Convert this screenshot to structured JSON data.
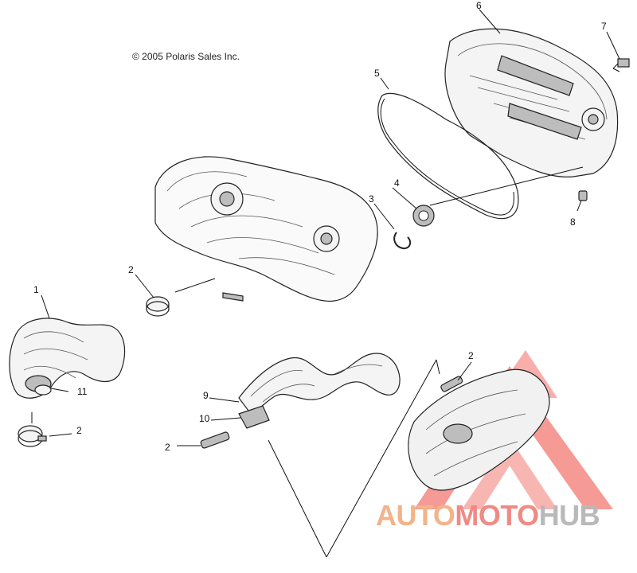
{
  "copyright": "© 2005 Polaris Sales Inc.",
  "callouts": [
    {
      "id": "c1",
      "text": "1"
    },
    {
      "id": "c2a",
      "text": "2"
    },
    {
      "id": "c2b",
      "text": "2"
    },
    {
      "id": "c2c",
      "text": "2"
    },
    {
      "id": "c2d",
      "text": "2"
    },
    {
      "id": "c3",
      "text": "3"
    },
    {
      "id": "c4",
      "text": "4"
    },
    {
      "id": "c5",
      "text": "5"
    },
    {
      "id": "c6",
      "text": "6"
    },
    {
      "id": "c7",
      "text": "7"
    },
    {
      "id": "c8",
      "text": "8"
    },
    {
      "id": "c9",
      "text": "9"
    },
    {
      "id": "c10",
      "text": "10"
    },
    {
      "id": "c11",
      "text": "11"
    }
  ],
  "watermark": {
    "part1": "AUTO",
    "part2": "MOTO",
    "part3": "HUB",
    "colors": {
      "auto": "#f2b48a",
      "moto": "#f08a84",
      "hub": "#b9b9b9",
      "triangle": "#f0625a"
    }
  }
}
